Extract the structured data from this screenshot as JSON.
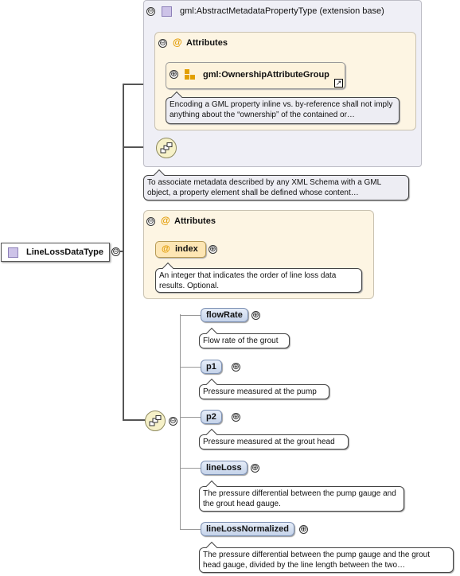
{
  "root": {
    "label": "LineLossDataType",
    "icon": "complex-type-icon"
  },
  "extension": {
    "title": "gml:AbstractMetadataPropertyType (extension base)",
    "attributes_title": "Attributes",
    "group": {
      "label": "gml:OwnershipAttributeGroup",
      "icon": "attribute-group-icon"
    },
    "group_doc": "Encoding a GML property inline vs. by-reference shall not imply anything about the “ownership” of the contained or…",
    "doc": "To associate metadata described by any XML Schema with a GML object, a property element shall be defined whose content…"
  },
  "attributes": {
    "title": "Attributes",
    "attr": {
      "label": "index",
      "prefix": "@"
    },
    "attr_doc": "An integer that indicates the order of line loss data results. Optional."
  },
  "elements": [
    {
      "label": "flowRate",
      "doc": "Flow rate of the grout"
    },
    {
      "label": "p1",
      "doc": "Pressure measured at the pump"
    },
    {
      "label": "p2",
      "doc": "Pressure measured at the grout head"
    },
    {
      "label": "lineLoss",
      "doc": "The pressure differential between the pump gauge and the grout head gauge."
    },
    {
      "label": "lineLossNormalized",
      "doc": "The pressure differential between the pump gauge and the grout head gauge, divided by the line length between the two…"
    }
  ],
  "toggles": {
    "expanded": "⊖",
    "collapsed": "⊕"
  },
  "colors": {
    "attribute_accent": "#e29a00",
    "element_fill": "#c5d3ea",
    "extension_bg": "#efeff6",
    "attributes_bg": "#fdf5e3"
  }
}
